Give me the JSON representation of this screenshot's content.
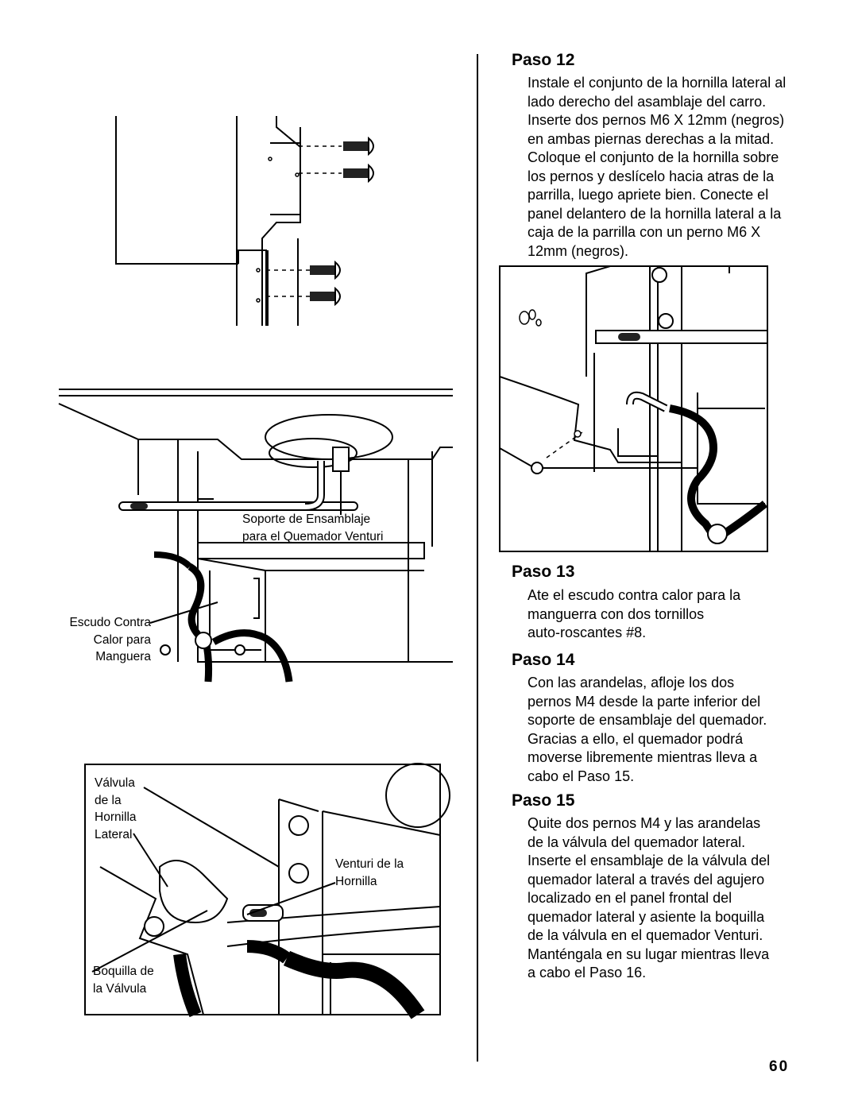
{
  "steps": [
    {
      "title": "Paso 12",
      "lines": [
        "Instale el conjunto de la hornilla lateral al",
        "lado derecho del asamblaje del carro.",
        "Inserte dos pernos M6 X 12mm (negros)",
        "en ambas piernas derechas a la mitad.",
        "Coloque el conjunto de la hornilla sobre",
        "los pernos y deslícelo hacia atras de la",
        "parrilla, luego apriete bien. Conecte el",
        "panel delantero de la hornilla lateral a la",
        "caja de la parrilla con un perno M6 X",
        "12mm (negros)."
      ]
    },
    {
      "title": "Paso 13",
      "lines": [
        "Ate el escudo contra calor para la",
        "manguerra con dos tornillos",
        "auto-roscantes #8."
      ]
    },
    {
      "title": "Paso 14",
      "lines": [
        "Con las arandelas, afloje los dos",
        "pernos M4 desde la parte inferior del",
        "soporte de ensamblaje del quemador.",
        "Gracias a ello, el quemador podrá",
        "moverse libremente mientras lleva a",
        "cabo el Paso 15."
      ]
    },
    {
      "title": "Paso 15",
      "lines": [
        "Quite dos pernos M4 y las arandelas",
        "de la válvula del quemador lateral.",
        "Inserte el ensamblaje de la válvula del",
        "quemador lateral a través del agujero",
        "localizado en el panel frontal del",
        "quemador lateral y asiente la boquilla",
        "de la válvula en el quemador Venturi.",
        "Manténgala en su lugar mientras lleva",
        "a cabo el Paso 16."
      ]
    }
  ],
  "labels": {
    "soporte": [
      "Soporte de Ensamblaje",
      "para el Quemador Venturi"
    ],
    "escudo": [
      "Escudo Contra",
      "Calor para",
      "Manguera"
    ],
    "valvula": [
      "Válvula",
      "de la",
      "Hornilla",
      "Lateral"
    ],
    "venturi": [
      "Venturi de la",
      "Hornilla"
    ],
    "boquilla": [
      "Boquilla de",
      "la Válvula"
    ]
  },
  "page_number": "60"
}
